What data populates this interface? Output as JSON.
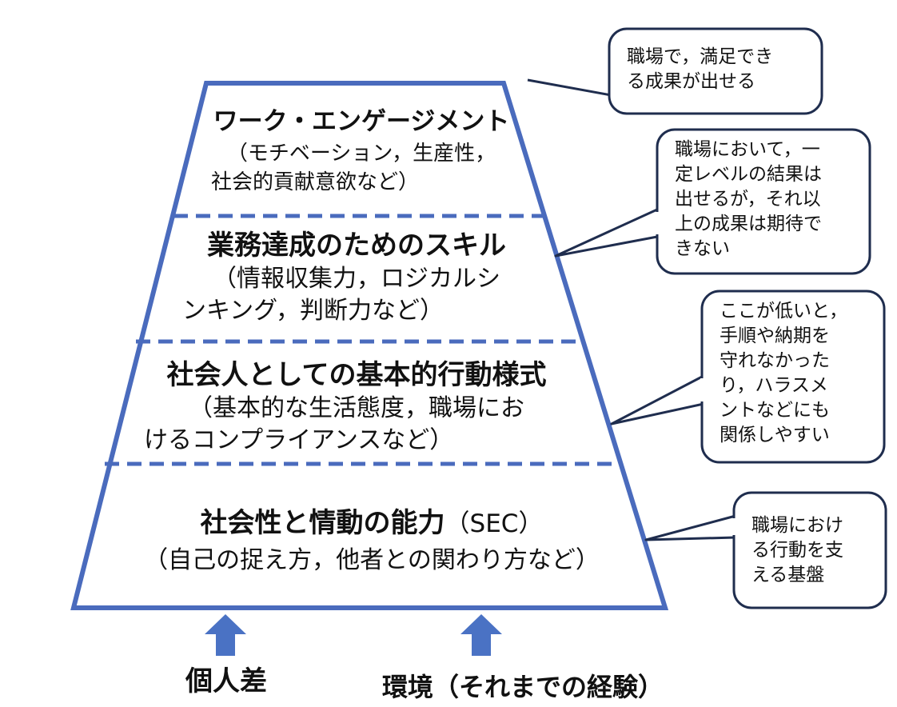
{
  "levels": [
    {
      "title": "ワーク・エンゲージメント",
      "desc_lines": [
        "（モチベーション，生産性，",
        "社会的貢献意欲など）"
      ]
    },
    {
      "title": "業務達成のためのスキル",
      "desc_lines": [
        "（情報収集力，ロジカルシ",
        "ンキング，判断力など）"
      ]
    },
    {
      "title": "社会人としての基本的行動様式",
      "desc_lines": [
        "（基本的な生活態度，職場にお",
        "けるコンプライアンスなど）"
      ]
    },
    {
      "title": "社会性と情動の能力",
      "title_suffix": "（SEC）",
      "desc_lines": [
        "（自己の捉え方，他者との関わり方など）"
      ]
    }
  ],
  "callouts": [
    {
      "text": "職場で，満足でき\nる成果が出せる"
    },
    {
      "text": "職場において，一\n定レベルの結果は\n出せるが，それ以\n上の成果は期待で\nきない"
    },
    {
      "text": "ここが低いと，\n手順や納期を\n守れなかった\nり，ハラスメ\nントなどにも\n関係しやすい"
    },
    {
      "text": "職場におけ\nる行動を支\nえる基盤"
    }
  ],
  "footer": {
    "left": "個人差",
    "right": "環境（それまでの経験）"
  },
  "colors": {
    "outline": "#4a6bbd",
    "arrow": "#4a72c4",
    "callout_border": "#1f2d4e"
  }
}
